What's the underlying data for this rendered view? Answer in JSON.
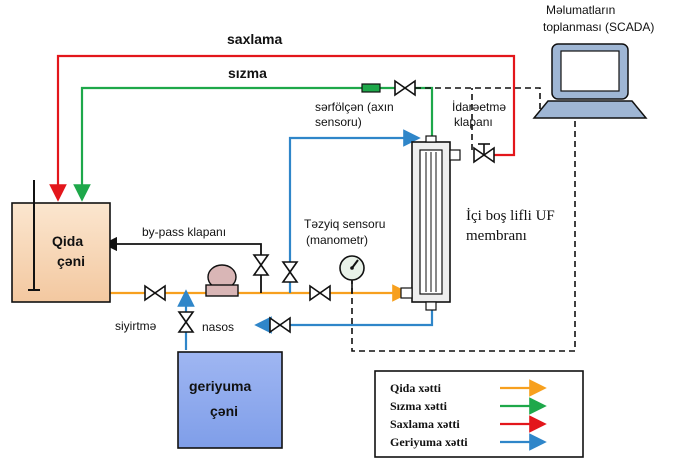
{
  "colors": {
    "feed": "#f7a01e",
    "permeate": "#1ea84a",
    "retentate": "#e3161b",
    "return": "#2f86c9",
    "feed_tank": "#f6d6b4",
    "return_tank": "#8ea9ee"
  },
  "labels": {
    "retentate_line": "saxlama",
    "permeate_line": "sızma",
    "scada_line1": "Məlumatların",
    "scada_line2": "toplanması (SCADA)",
    "flowmeter_line1": "sərfölçən (axın",
    "flowmeter_line2": "sensoru)",
    "control_valve_line1": "İdarəetmə",
    "control_valve_line2": "klapanı",
    "membrane_line1": "İçi boş lifli UF",
    "membrane_line2": "membranı",
    "pressure_line1": "Təzyiq sensoru",
    "pressure_line2": "(manometr)",
    "bypass": "by-pass klapanı",
    "feed_tank_line1": "Qida",
    "feed_tank_line2": "çəni",
    "drain": "siyirtmə",
    "pump": "nasos",
    "return_tank_line1": "geriyuma",
    "return_tank_line2": "çəni"
  },
  "legend": [
    {
      "label": "Qida xətti",
      "color": "#f7a01e"
    },
    {
      "label": "Sızma xətti",
      "color": "#1ea84a"
    },
    {
      "label": "Saxlama xətti",
      "color": "#e3161b"
    },
    {
      "label": "Geriyuma xətti",
      "color": "#2f86c9"
    }
  ]
}
